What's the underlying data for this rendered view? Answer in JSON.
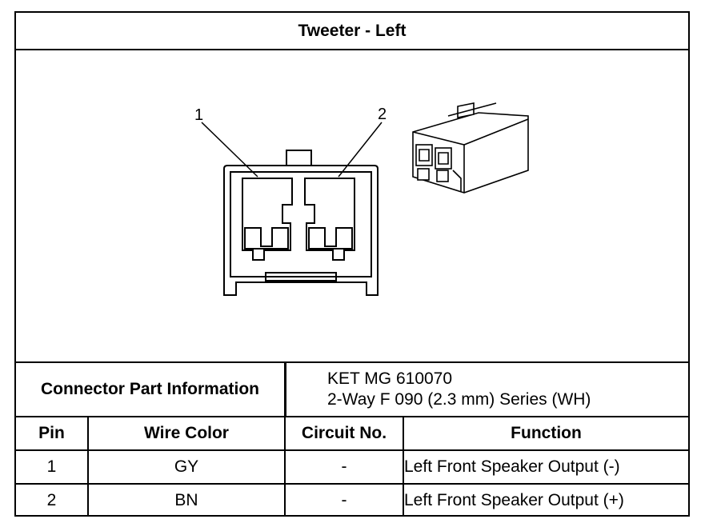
{
  "title": "Tweeter - Left",
  "diagram": {
    "pin_labels": [
      "1",
      "2"
    ]
  },
  "connector_info": {
    "label": "Connector Part Information",
    "line1": "KET MG 610070",
    "line2": "2-Way F 090 (2.3 mm) Series (WH)"
  },
  "table": {
    "headers": {
      "pin": "Pin",
      "wire_color": "Wire Color",
      "circuit": "Circuit No.",
      "function": "Function"
    },
    "rows": [
      {
        "pin": "1",
        "wire_color": "GY",
        "circuit": "-",
        "function": "Left Front Speaker Output (-)"
      },
      {
        "pin": "2",
        "wire_color": "BN",
        "circuit": "-",
        "function": "Left Front Speaker Output (+)"
      }
    ]
  }
}
